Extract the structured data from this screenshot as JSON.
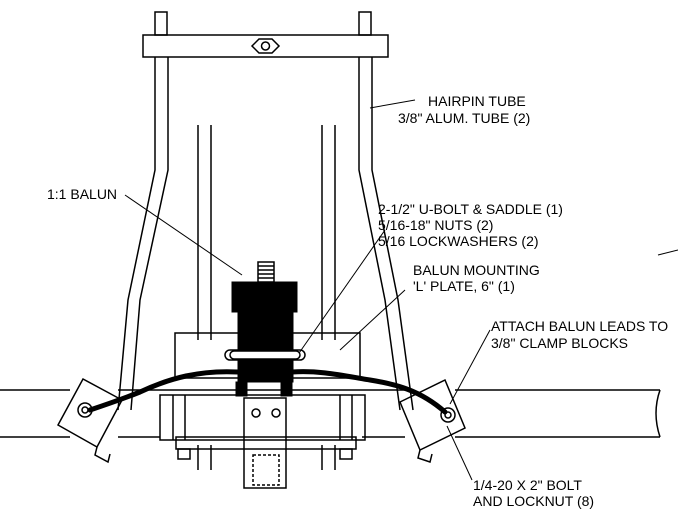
{
  "labels": {
    "hairpin_line1": "HAIRPIN TUBE",
    "hairpin_line2": "3/8\" ALUM. TUBE (2)",
    "balun": "1:1 BALUN",
    "ubolt_line1": "2-1/2\" U-BOLT & SADDLE (1)",
    "ubolt_line2": "5/16-18\" NUTS (2)",
    "ubolt_line3": "5/16 LOCKWASHERS (2)",
    "plate_line1": "BALUN MOUNTING",
    "plate_line2": "'L' PLATE, 6\"  (1)",
    "attach_line1": "ATTACH BALUN LEADS TO",
    "attach_line2": "3/8\" CLAMP BLOCKS",
    "bolt_line1": "1/4-20 X 2\" BOLT",
    "bolt_line2": "AND LOCKNUT (8)"
  },
  "colors": {
    "ink": "#000000",
    "paper": "#ffffff"
  }
}
